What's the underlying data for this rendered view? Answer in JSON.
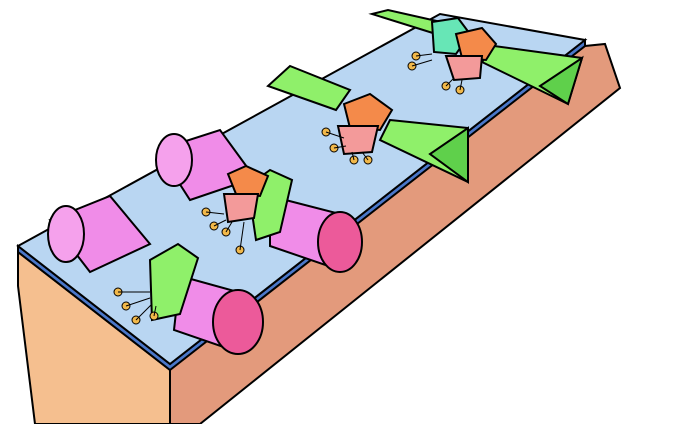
{
  "diagram": {
    "label": "",
    "colors": {
      "slab_top": "#b9d6f2",
      "slab_edge_blue": "#4a77c9",
      "slab_front": "#f5bf8f",
      "slab_side": "#e39a7c",
      "cylinder": "#f08ce8",
      "cylinder_end": "#ec5a9a",
      "wing": "#8ff06a",
      "cap_orange": "#f48a4a",
      "cap_pink": "#f39a9a",
      "cap_teal": "#67e6b6",
      "ball": "#f1b84a"
    },
    "units": [
      {
        "name": "unit-cylinder-front",
        "type": "cylinder",
        "cap": "none"
      },
      {
        "name": "unit-cylinder-back",
        "type": "cylinder",
        "cap": "orange-pink"
      },
      {
        "name": "unit-wing-front",
        "type": "wing",
        "cap": "orange-pink"
      },
      {
        "name": "unit-wing-back",
        "type": "wing",
        "cap": "teal-orange-pink"
      }
    ]
  }
}
